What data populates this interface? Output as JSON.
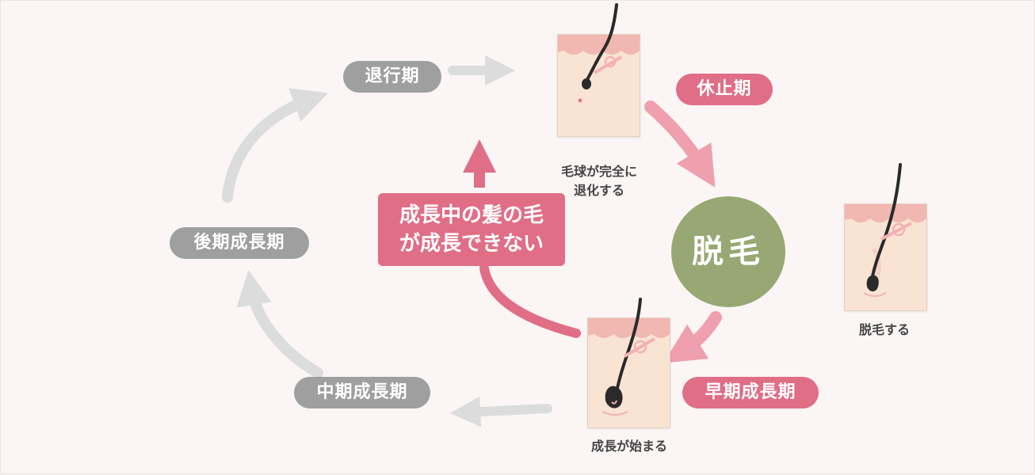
{
  "stages": {
    "taikou": "退行期",
    "kyuushi": "休止期",
    "kouki": "後期成長期",
    "chuuki": "中期成長期",
    "souki": "早期成長期"
  },
  "center": {
    "datsumou": "脱毛"
  },
  "callout": {
    "line1": "成長中の髪の毛",
    "line2": "が成長できない"
  },
  "captions": {
    "top_line1": "毛球が完全に",
    "top_line2": "退化する",
    "right": "脱毛する",
    "bottom": "成長が始まる"
  },
  "colors": {
    "gray_pill": "#9f9f9f",
    "pink_pill": "#e06e86",
    "green_circle": "#97a874",
    "gray_arrow": "#dcdcdc",
    "pink_arrow": "#e88a9c"
  }
}
